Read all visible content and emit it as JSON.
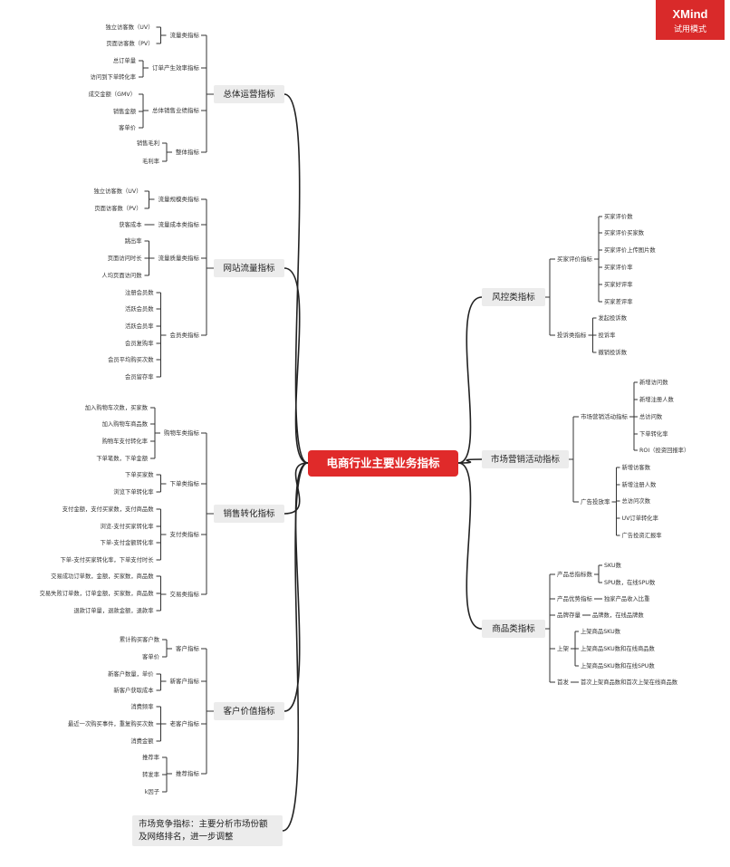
{
  "badge": {
    "title": "XMind",
    "subtitle": "试用模式"
  },
  "root": "电商行业主要业务指标",
  "topics": [
    {
      "label": "总体运营指标",
      "groups": [
        {
          "label": "流量类指标",
          "items": [
            "独立访客数（UV）",
            "页面访客数（PV）"
          ]
        },
        {
          "label": "订单产生效率指标",
          "items": [
            "总订单量",
            "访问到下单转化率"
          ]
        },
        {
          "label": "总体销售业绩指标",
          "items": [
            "成交金额（GMV）",
            "销售金额",
            "客单价"
          ]
        },
        {
          "label": "整体指标",
          "items": [
            "销售毛利",
            "毛利率"
          ]
        }
      ]
    },
    {
      "label": "网站流量指标",
      "groups": [
        {
          "label": "流量规模类指标",
          "items": [
            "独立访客数（UV）",
            "页面访客数（PV）"
          ]
        },
        {
          "label": "流量成本类指标",
          "items": [
            "获客成本"
          ]
        },
        {
          "label": "流量质量类指标",
          "items": [
            "跳出率",
            "页面访问时长",
            "人均页面访问数"
          ]
        },
        {
          "label": "会员类指标",
          "items": [
            "注册会员数",
            "活跃会员数",
            "活跃会员率",
            "会员复购率",
            "会员平均购买次数",
            "会员留存率"
          ]
        }
      ]
    },
    {
      "label": "销售转化指标",
      "groups": [
        {
          "label": "购物车类指标",
          "items": [
            "加入购物车次数，买家数",
            "加入购物车商品数",
            "购物车支付转化率",
            "下单笔数，下单金额"
          ]
        },
        {
          "label": "下单类指标",
          "items": [
            "下单买家数",
            "浏览下单转化率"
          ]
        },
        {
          "label": "支付类指标",
          "items": [
            "支付金额，支付买家数，支付商品数",
            "浏览-支付买家转化率",
            "下单-支付金额转化率",
            "下单-支付买家转化率，下单支付时长"
          ]
        },
        {
          "label": "交易类指标",
          "items": [
            "交易成功订单数，金额，买家数，商品数",
            "交易失败订单数，订单金额，买家数，商品数",
            "退款订单量，退款金额，退款率"
          ]
        }
      ]
    },
    {
      "label": "客户价值指标",
      "groups": [
        {
          "label": "客户指标",
          "items": [
            "累计购买客户数",
            "客单价"
          ]
        },
        {
          "label": "新客户指标",
          "items": [
            "新客户数量，单价",
            "新客户获取成本"
          ]
        },
        {
          "label": "老客户指标",
          "items": [
            "消费频率",
            "最近一次购买事件，重复购买次数",
            "消费金额"
          ]
        },
        {
          "label": "推荐指标",
          "items": [
            "推荐率",
            "转发率",
            "k因子"
          ]
        }
      ]
    },
    {
      "label_lines": [
        "市场竞争指标：主要分析市场份额",
        "及网络排名，进一步调整"
      ]
    },
    {
      "label": "风控类指标",
      "groups": [
        {
          "label": "买家评价指标",
          "items": [
            "买家评价数",
            "买家评价买家数",
            "买家评价上传图片数",
            "买家评价率",
            "买家好评率",
            "买家差评率"
          ]
        },
        {
          "label": "投诉类指标",
          "items": [
            "发起投诉数",
            "投诉率",
            "撤销投诉数"
          ]
        }
      ]
    },
    {
      "label": "市场营销活动指标",
      "groups": [
        {
          "label": "市场营销活动指标",
          "items": [
            "新增访问数",
            "新增注册人数",
            "总访问数",
            "下单转化率",
            "ROI（投资回报率）"
          ]
        },
        {
          "label": "广告投放率",
          "items": [
            "新增访客数",
            "新增注册人数",
            "总访问次数",
            "UV订单转化率",
            "广告投资汇报率"
          ]
        }
      ]
    },
    {
      "label": "商品类指标",
      "groups": [
        {
          "label": "产品总指标数",
          "items": [
            "SKU数",
            "SPU数，在线SPU数"
          ]
        },
        {
          "label": "产品优势指标",
          "items": [
            "独家产品收入比重"
          ]
        },
        {
          "label": "品牌存量",
          "items": [
            "品牌数，在线品牌数"
          ]
        },
        {
          "label": "上架",
          "items": [
            "上架商品SKU数",
            "上架商品SKU数和在线商品数",
            "上架商品SKU数和在线SPU数"
          ]
        },
        {
          "label": "首发",
          "items": [
            "首次上架商品数和首次上架在线商品数"
          ]
        }
      ]
    }
  ]
}
